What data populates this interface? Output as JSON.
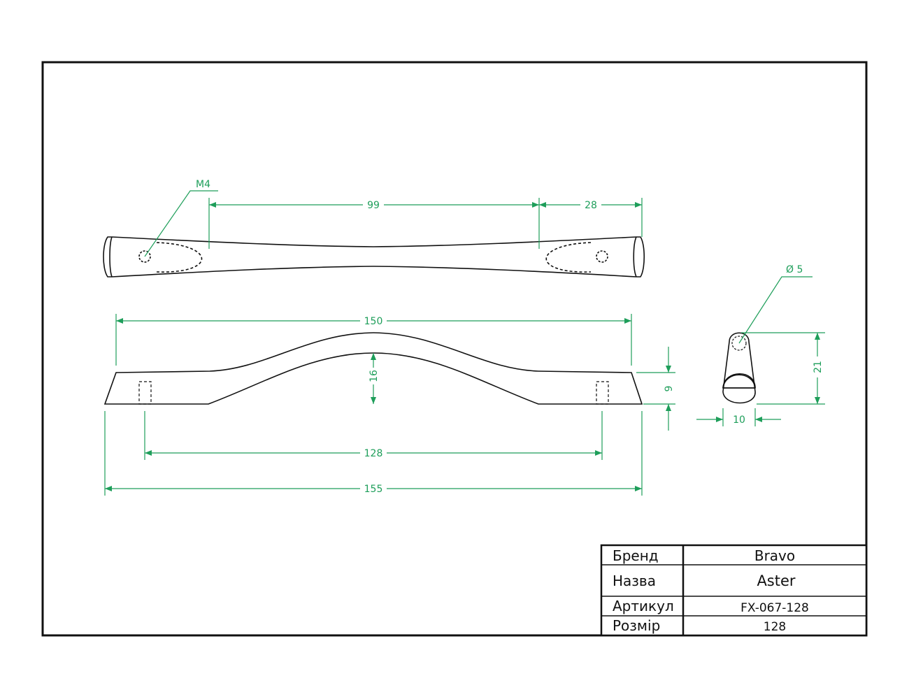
{
  "colors": {
    "outline": "#111111",
    "dimension": "#1e9e5a",
    "background": "#ffffff"
  },
  "dimensions": {
    "thread": "M4",
    "hole_spacing_top": "99",
    "end_offset": "28",
    "length_arc": "150",
    "height_arc": "16",
    "hole_spacing": "128",
    "overall_length": "155",
    "end_height": "9",
    "diameter": "Ø 5",
    "profile_height": "21",
    "profile_width": "10"
  },
  "title_block": {
    "rows": [
      {
        "label": "Бренд",
        "value": "Bravo"
      },
      {
        "label": "Назва",
        "value": "Aster"
      },
      {
        "label": "Артикул",
        "value": "FX-067-128"
      },
      {
        "label": "Розмір",
        "value": "128"
      }
    ]
  }
}
